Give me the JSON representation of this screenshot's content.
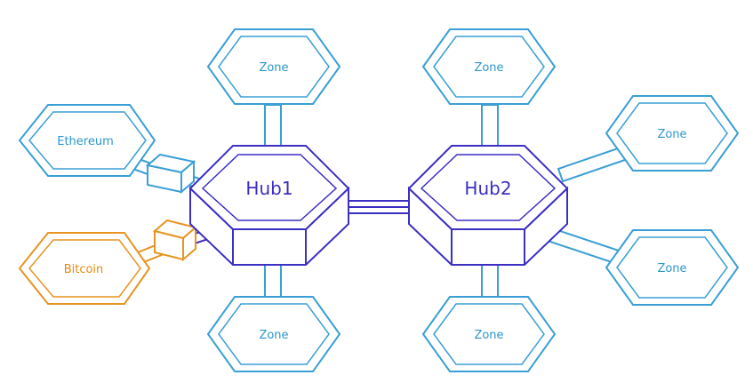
{
  "hubs": {
    "hub1": {
      "label": "Hub1"
    },
    "hub2": {
      "label": "Hub2"
    }
  },
  "zones": {
    "top_left": {
      "label": "Zone"
    },
    "top_right": {
      "label": "Zone"
    },
    "bottom_left": {
      "label": "Zone"
    },
    "bottom_right": {
      "label": "Zone"
    },
    "right_upper": {
      "label": "Zone"
    },
    "right_lower": {
      "label": "Zone"
    }
  },
  "chains": {
    "ethereum": {
      "label": "Ethereum"
    },
    "bitcoin": {
      "label": "Bitcoin"
    }
  },
  "colors": {
    "zone": "#3a9fd6",
    "zone_fill": "#ffffff",
    "hub": "#3b2fc4",
    "bridge_ethereum": "#3a9fd6",
    "bitcoin": "#e89421"
  }
}
